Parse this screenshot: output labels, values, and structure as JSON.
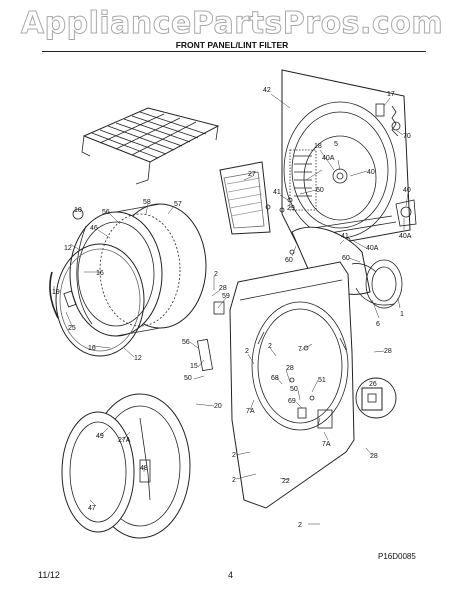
{
  "header": {
    "watermark": "AppliancePartsPros.com",
    "subtitle": "",
    "title": "FRONT PANEL/LINT FILTER"
  },
  "footer": {
    "date": "11/12",
    "page": "4"
  },
  "figure_code": "P16D0085",
  "part_labels": [
    {
      "id": "p42",
      "text": "42"
    },
    {
      "id": "p17",
      "text": "17"
    },
    {
      "id": "p70",
      "text": "70"
    },
    {
      "id": "p5",
      "text": "5"
    },
    {
      "id": "p18",
      "text": "18"
    },
    {
      "id": "p40Aa",
      "text": "40A"
    },
    {
      "id": "p40a",
      "text": "40"
    },
    {
      "id": "p27",
      "text": "27"
    },
    {
      "id": "p41a",
      "text": "41"
    },
    {
      "id": "p29",
      "text": "29"
    },
    {
      "id": "p60a",
      "text": "60"
    },
    {
      "id": "p40b",
      "text": "40"
    },
    {
      "id": "p40Ab",
      "text": "40A"
    },
    {
      "id": "p41b",
      "text": "41"
    },
    {
      "id": "p40Ac",
      "text": "40A"
    },
    {
      "id": "p60b",
      "text": "60"
    },
    {
      "id": "p60c",
      "text": "60"
    },
    {
      "id": "p6",
      "text": "6"
    },
    {
      "id": "p1",
      "text": "1"
    },
    {
      "id": "p10",
      "text": "10"
    },
    {
      "id": "p46",
      "text": "46"
    },
    {
      "id": "p56",
      "text": "56"
    },
    {
      "id": "p58",
      "text": "58"
    },
    {
      "id": "p57",
      "text": "57"
    },
    {
      "id": "p12a",
      "text": "12"
    },
    {
      "id": "p16a",
      "text": "16"
    },
    {
      "id": "p19",
      "text": "19"
    },
    {
      "id": "p2a",
      "text": "2"
    },
    {
      "id": "p28a",
      "text": "28"
    },
    {
      "id": "p25",
      "text": "25"
    },
    {
      "id": "p59",
      "text": "59"
    },
    {
      "id": "p16b",
      "text": "16"
    },
    {
      "id": "p12b",
      "text": "12"
    },
    {
      "id": "p56b",
      "text": "56"
    },
    {
      "id": "p15",
      "text": "15"
    },
    {
      "id": "p50a",
      "text": "50"
    },
    {
      "id": "p2b",
      "text": "2"
    },
    {
      "id": "p7a",
      "text": "7"
    },
    {
      "id": "p2c",
      "text": "2"
    },
    {
      "id": "p28b",
      "text": "28"
    },
    {
      "id": "p28c",
      "text": "28"
    },
    {
      "id": "p68",
      "text": "68"
    },
    {
      "id": "p51",
      "text": "51"
    },
    {
      "id": "p50b",
      "text": "50"
    },
    {
      "id": "p69",
      "text": "69"
    },
    {
      "id": "p20",
      "text": "20"
    },
    {
      "id": "p7Aa",
      "text": "7A"
    },
    {
      "id": "p26",
      "text": "26"
    },
    {
      "id": "p7Ab",
      "text": "7A"
    },
    {
      "id": "p49",
      "text": "49"
    },
    {
      "id": "p27A",
      "text": "27A"
    },
    {
      "id": "p2d",
      "text": "2"
    },
    {
      "id": "p48",
      "text": "48"
    },
    {
      "id": "p2e",
      "text": "2"
    },
    {
      "id": "p28d",
      "text": "28"
    },
    {
      "id": "p22",
      "text": "22"
    },
    {
      "id": "p47",
      "text": "47"
    },
    {
      "id": "p2f",
      "text": "2"
    }
  ]
}
